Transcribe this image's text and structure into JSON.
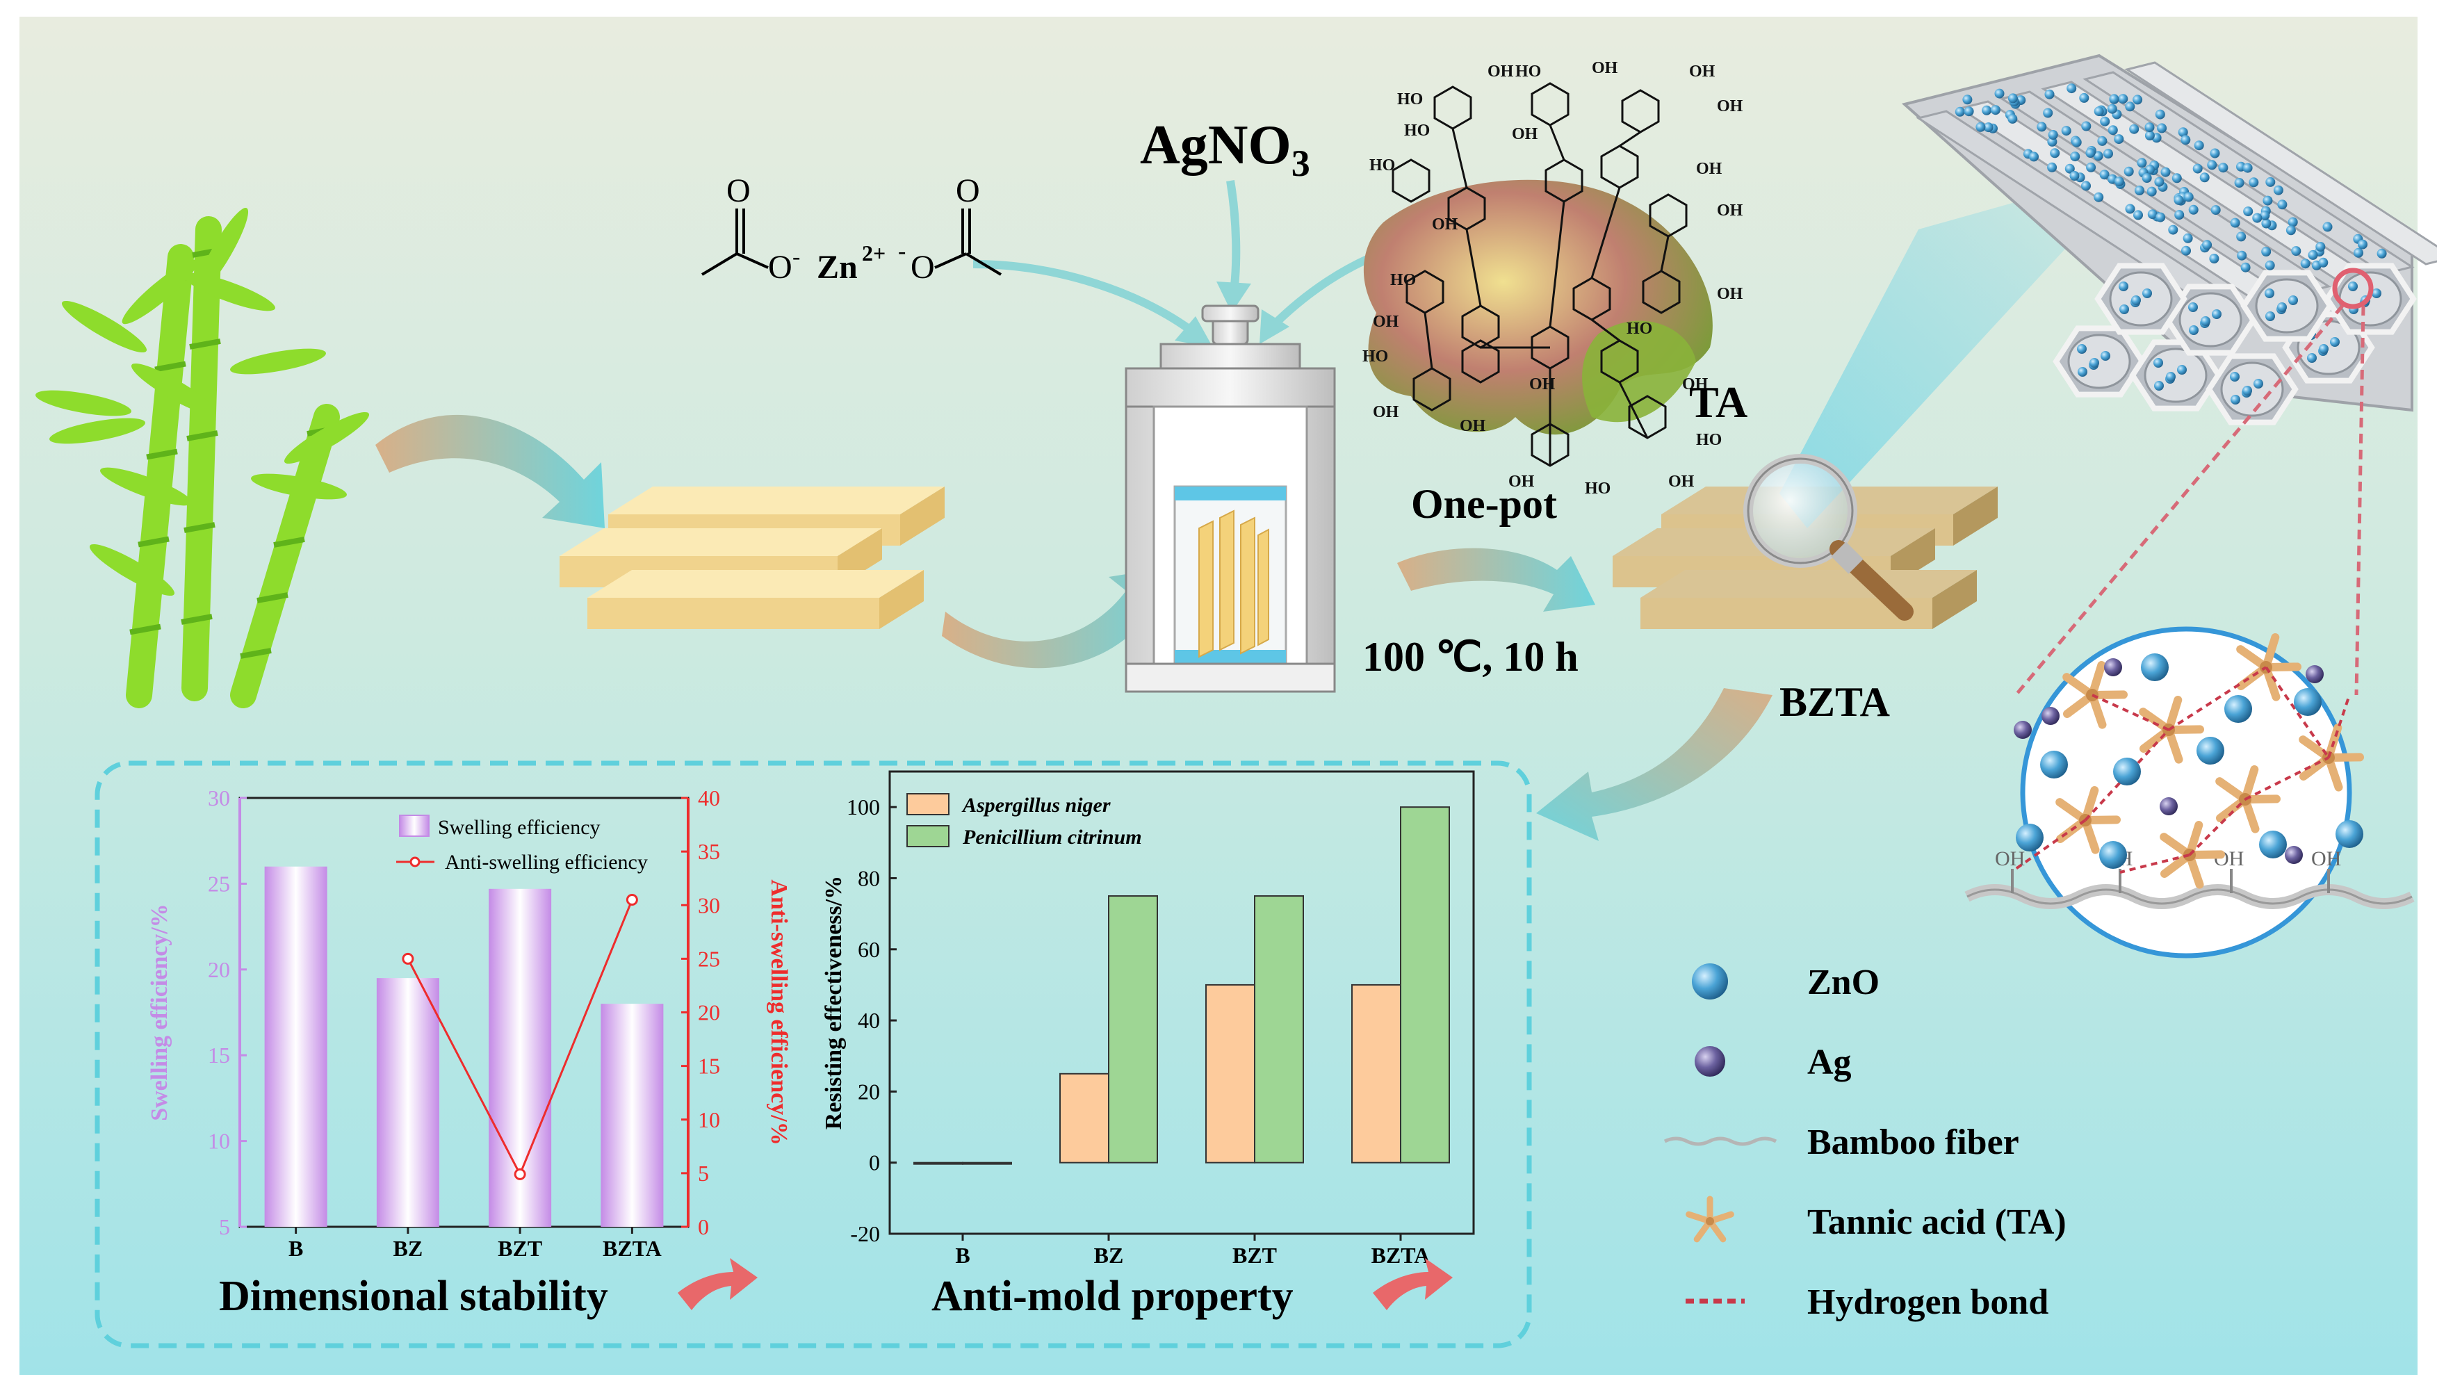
{
  "reagents": {
    "agno3": "AgNO",
    "agno3_sub": "3",
    "zinc_acetate": {
      "o_left": "O",
      "o_right": "O",
      "o_minus_left": "O",
      "minus": "-",
      "zn": "Zn",
      "zn_charge": "2+",
      "o_minus_right": "O"
    },
    "ta": "TA",
    "one_pot": "One-pot",
    "conditions": "100 ℃, 10 h",
    "product": "BZTA",
    "oh_group": "OH",
    "ho_group": "HO",
    "ta_oh_labels": [
      "HO",
      "OH",
      "HO",
      "OH",
      "OH",
      "OH",
      "HO",
      "OH",
      "HO",
      "OH",
      "HO",
      "OH",
      "OH",
      "HO",
      "OH",
      "OH",
      "HO",
      "OH",
      "OH",
      "HO",
      "OH",
      "HO",
      "OH",
      "OH",
      "OH"
    ]
  },
  "zoom_panel": {
    "oh_labels": [
      "OH",
      "OH",
      "OH",
      "OH"
    ]
  },
  "legend": {
    "items": [
      {
        "label": "ZnO",
        "icon": "zno-sphere-icon"
      },
      {
        "label": "Ag",
        "icon": "ag-sphere-icon"
      },
      {
        "label": "Bamboo fiber",
        "icon": "bamboo-fiber-wave-icon"
      },
      {
        "label": "Tannic acid (TA)",
        "icon": "tannic-acid-star-icon"
      },
      {
        "label": "Hydrogen bond",
        "icon": "hydrogen-bond-dashes-icon"
      }
    ]
  },
  "colors": {
    "bg_top": "#e6ebdc",
    "bg_bottom": "#a3e4e8",
    "arrow_teal": "#7fd3d4",
    "arrow_tan": "#d3ad84",
    "red_arrow": "#e8686a",
    "purple": "#c48be6",
    "red": "#ee2c2c",
    "orange_bar": "#fdcb9c",
    "green_bar": "#9ed694",
    "bamboo": "#8edc2c",
    "board": "#f3da9a",
    "zno": "#4aa3d8",
    "ag": "#6a5f99",
    "ta_star": "#e5b175",
    "hbond": "#c8394a",
    "dash_border": "#5fd0dc"
  },
  "section_titles": {
    "dimensional_stability": "Dimensional stability",
    "anti_mold": "Anti-mold property"
  },
  "chart_data": [
    {
      "type": "bar",
      "categories": [
        "B",
        "BZ",
        "BZT",
        "BZTA"
      ],
      "series": [
        {
          "name": "Swelling efficiency",
          "values": [
            26,
            19.5,
            24.7,
            18
          ],
          "axis": "left",
          "color": "#c48be6"
        },
        {
          "name": "Anti-swelling efficiency",
          "values": [
            null,
            25,
            4.9,
            30.5
          ],
          "axis": "right",
          "type": "line",
          "color": "#ee2c2c"
        }
      ],
      "ylabel": "Swelling efficiency/%",
      "y2label": "Anti-swelling efficiency/%",
      "ylim": [
        5,
        30
      ],
      "y2lim": [
        0,
        40
      ],
      "yticks": [
        "5",
        "10",
        "15",
        "20",
        "25",
        "30"
      ],
      "y2ticks": [
        "0",
        "5",
        "10",
        "15",
        "20",
        "25",
        "30",
        "35",
        "40"
      ],
      "legend_position": "top-right",
      "grid": false
    },
    {
      "type": "bar",
      "categories": [
        "B",
        "BZ",
        "BZT",
        "BZTA"
      ],
      "series": [
        {
          "name": "Aspergillus niger",
          "values": [
            0,
            25,
            50,
            50
          ],
          "color": "#fdcb9c"
        },
        {
          "name": "Penicillium citrinum",
          "values": [
            0,
            75,
            75,
            100
          ],
          "color": "#9ed694"
        }
      ],
      "ylabel": "Resisting effectiveness/%",
      "ylim": [
        -20,
        110
      ],
      "yticks": [
        "-20",
        "0",
        "20",
        "40",
        "60",
        "80",
        "100"
      ],
      "legend_position": "top-left",
      "grid": false
    }
  ]
}
